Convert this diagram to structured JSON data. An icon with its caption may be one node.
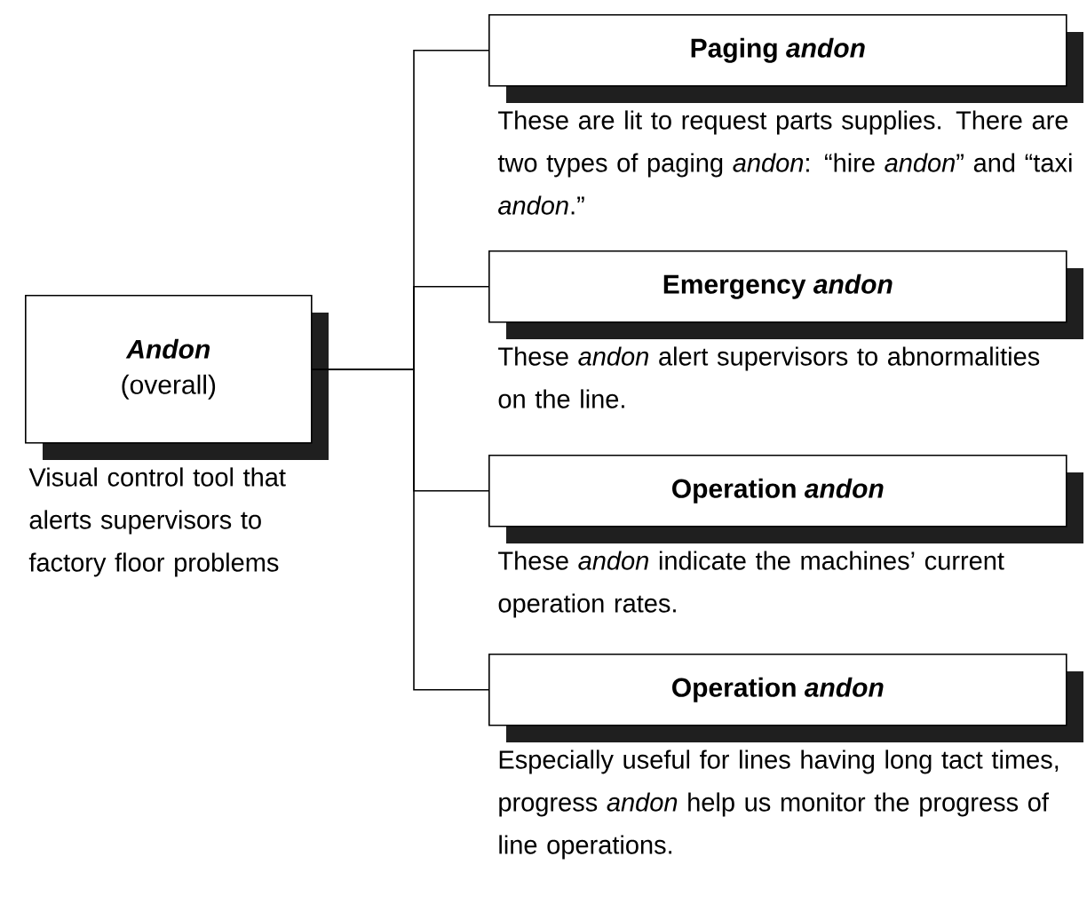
{
  "diagram": {
    "nodes": [
      {
        "text": [
          "Andon",
          "(overall)"
        ],
        "beside": [
          "Visual control tool that alerts supervisors to factory floor problems"
        ]
      },
      {
        "text": [
          "Paging *andon*"
        ],
        "beside": [
          "These are lit to request parts supplies. There are two types of paging *andon*: “hire *andon*” and “taxi *andon*.”"
        ]
      },
      {
        "text": [
          "Emergency *andon*"
        ],
        "beside": [
          "These *andon* alert supervisors to abnormalities on the line."
        ]
      },
      {
        "text": [
          "Operation *andon*"
        ],
        "beside": [
          "These *andon* indicate the machines’ current operation rates."
        ]
      },
      {
        "text": [
          "Operation *andon*"
        ],
        "beside": [
          "Especially useful for lines having long tact times, progress *andon* help us monitor the progress of line operations."
        ]
      }
    ],
    "edges": [
      {
        "from": 0,
        "to": 1,
        "arrow": "none"
      },
      {
        "from": 0,
        "to": 2,
        "arrow": "none"
      },
      {
        "from": 0,
        "to": 3,
        "arrow": "none"
      },
      {
        "from": 0,
        "to": 4,
        "arrow": "none"
      }
    ]
  }
}
